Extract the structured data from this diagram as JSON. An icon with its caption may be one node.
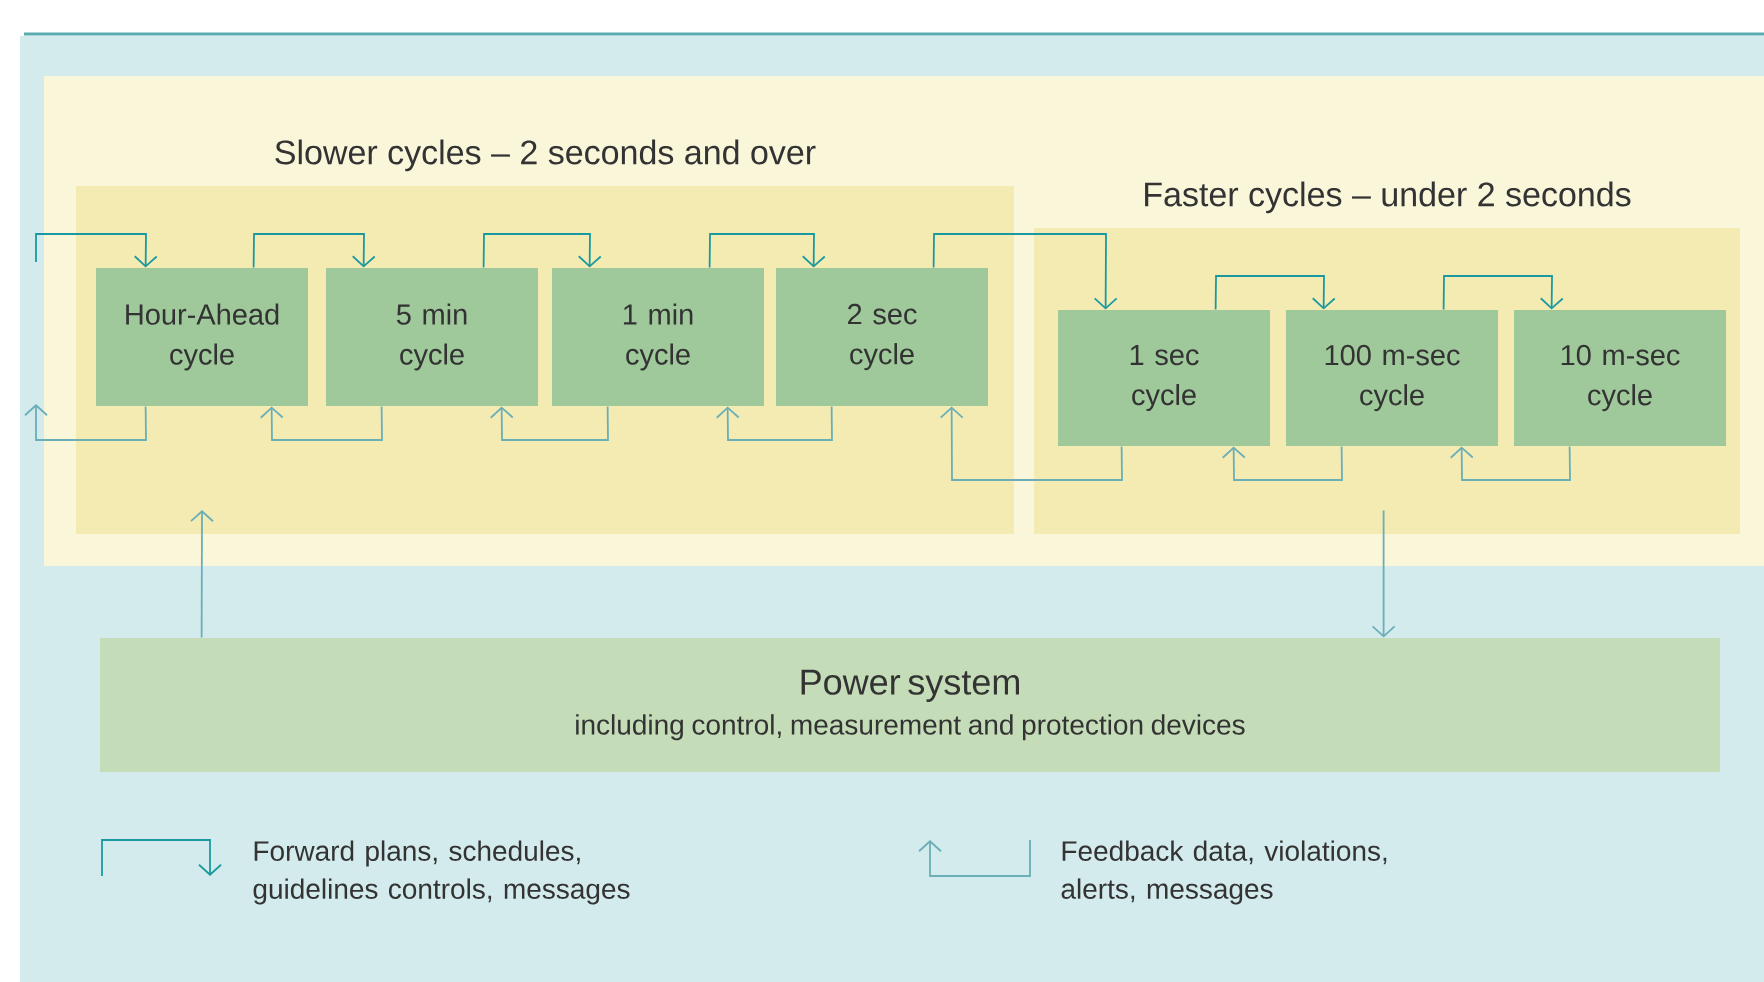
{
  "diagram": {
    "nodes": [
      {
        "text": [
          "Slower cycles – 2 seconds and over"
        ]
      },
      {
        "text": [
          "Hour-Ahead cycle"
        ],
        "in": 0
      },
      {
        "text": [
          "5 min cycle"
        ],
        "in": 0
      },
      {
        "text": [
          "1 min cycle"
        ],
        "in": 0
      },
      {
        "text": [
          "2 sec cycle"
        ],
        "in": 0
      },
      {
        "text": [
          "Faster cycles – under 2 seconds"
        ]
      },
      {
        "text": [
          "1 sec cycle"
        ],
        "in": 5
      },
      {
        "text": [
          "100 m-sec cycle"
        ],
        "in": 5
      },
      {
        "text": [
          "10 m-sec cycle"
        ],
        "in": 5
      },
      {
        "text": [
          "Power system",
          "including control, measurement and protection devices"
        ]
      }
    ],
    "edges": [
      {
        "from": null,
        "to": 1,
        "arrow": "to"
      },
      {
        "from": 1,
        "to": 2,
        "arrow": "to"
      },
      {
        "from": 2,
        "to": 3,
        "arrow": "to"
      },
      {
        "from": 3,
        "to": 4,
        "arrow": "to"
      },
      {
        "from": 4,
        "to": 6,
        "arrow": "to"
      },
      {
        "from": 6,
        "to": 7,
        "arrow": "to"
      },
      {
        "from": 7,
        "to": 8,
        "arrow": "to"
      },
      {
        "from": 1,
        "to": null,
        "arrow": "to",
        "color": "#6aaeb8"
      },
      {
        "from": 2,
        "to": 1,
        "arrow": "to",
        "color": "#6aaeb8"
      },
      {
        "from": 3,
        "to": 2,
        "arrow": "to",
        "color": "#6aaeb8"
      },
      {
        "from": 4,
        "to": 3,
        "arrow": "to",
        "color": "#6aaeb8"
      },
      {
        "from": 6,
        "to": 4,
        "arrow": "to",
        "color": "#6aaeb8"
      },
      {
        "from": 7,
        "to": 6,
        "arrow": "to",
        "color": "#6aaeb8"
      },
      {
        "from": 8,
        "to": 7,
        "arrow": "to",
        "color": "#6aaeb8"
      },
      {
        "from": 9,
        "to": 0,
        "arrow": "to",
        "color": "#6aaeb8"
      },
      {
        "from": 5,
        "to": 9,
        "arrow": "to",
        "color": "#6aaeb8"
      }
    ],
    "legend": [
      {
        "text": "Forward plans, schedules, guidelines controls, messages"
      },
      {
        "text": "Feedback data, violations, alerts, messages"
      }
    ]
  }
}
